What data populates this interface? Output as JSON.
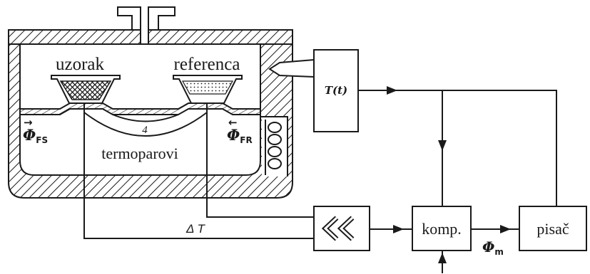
{
  "cell": {
    "sample_label": "uzorak",
    "reference_label": "referenca",
    "thermocouples_label": "termoparovi",
    "part_marker": "4",
    "sample_heat_flow": {
      "direction": "→",
      "symbol": "Φ",
      "subscript": "FS"
    },
    "reference_heat_flow": {
      "direction": "←",
      "symbol": "Φ",
      "subscript": "FR"
    }
  },
  "blocks": {
    "temperature": "T(t)",
    "amplifier_icon": "amplifier-icon",
    "comparator": "komp.",
    "recorder": "pisač"
  },
  "signals": {
    "delta_t": "Δ T",
    "measured_heat_flow": {
      "symbol": "Φ",
      "subscript": "m"
    }
  },
  "colors": {
    "ink": "#1a1a1a",
    "background": "#ffffff"
  }
}
